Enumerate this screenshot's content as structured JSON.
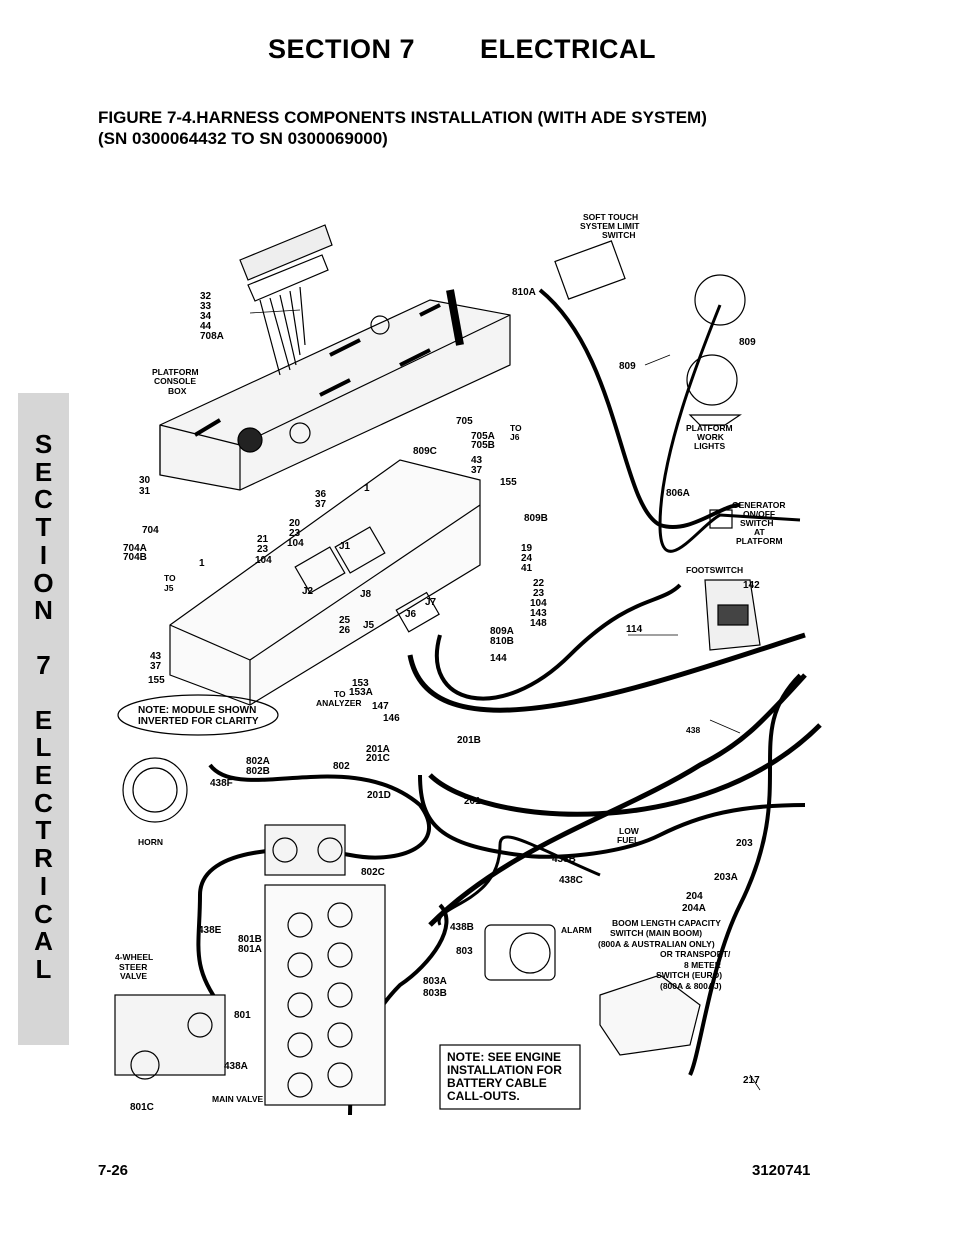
{
  "header": {
    "section_num": "SECTION 7",
    "section_name": "ELECTRICAL"
  },
  "figure": {
    "title_line1": "FIGURE 7-4.HARNESS COMPONENTS INSTALLATION (WITH ADE SYSTEM)",
    "title_line2": "(SN 0300064432 TO SN 0300069000)"
  },
  "side_tab": {
    "letters": [
      "S",
      "E",
      "C",
      "T",
      "I",
      "O",
      "N",
      "",
      "7",
      "",
      "E",
      "L",
      "E",
      "C",
      "T",
      "R",
      "I",
      "C",
      "A",
      "L"
    ]
  },
  "notes": {
    "module_line1": "NOTE: MODULE SHOWN",
    "module_line2": "INVERTED FOR CLARITY",
    "engine_line1": "NOTE: SEE ENGINE",
    "engine_line2": "INSTALLATION FOR",
    "engine_line3": "BATTERY CABLE",
    "engine_line4": "CALL-OUTS."
  },
  "labels": {
    "soft_touch1": "SOFT TOUCH",
    "soft_touch2": "SYSTEM LIMIT",
    "soft_touch3": "SWITCH",
    "l810a": "810A",
    "l809a": "809",
    "l809b": "809",
    "work1": "PLATFORM",
    "work2": "WORK",
    "work3": "LIGHTS",
    "l806a": "806A",
    "gen1": "GENERATOR",
    "gen2": "ON/OFF",
    "gen3": "SWITCH",
    "gen4": "AT",
    "gen5": "PLATFORM",
    "footswitch": "FOOTSWITCH",
    "l142": "142",
    "l114": "114",
    "l438": "438",
    "l203": "203",
    "l203a": "203A",
    "l204": "204",
    "l204a": "204A",
    "boom1": "BOOM LENGTH CAPACITY",
    "boom2": "SWITCH (MAIN BOOM)",
    "boom3": "(800A & AUSTRALIAN ONLY)",
    "boom4": "OR TRANSPORT/",
    "boom5": "8 METER",
    "boom6": "SWITCH (EURO)",
    "boom7": "(800A & 800AJ)",
    "l217": "217",
    "l32": "32",
    "l33": "33",
    "l34": "34",
    "l44": "44",
    "l708a": "708A",
    "console1": "PLATFORM",
    "console2": "CONSOLE",
    "console3": "BOX",
    "l705": "705",
    "l705a": "705A",
    "l705b": "705B",
    "to_j6a": "TO",
    "to_j6b": "J6",
    "l809c": "809C",
    "l43a": "43",
    "l37a": "37",
    "l155a": "155",
    "l809bb": "809B",
    "l30": "30",
    "l31": "31",
    "l1a": "1",
    "l36": "36",
    "l37b": "37",
    "l704": "704",
    "l704a": "704A",
    "l704b": "704B",
    "to_j5a": "TO",
    "to_j5b": "J5",
    "l1b": "1",
    "l21": "21",
    "l23a": "23",
    "l104a": "104",
    "l20": "20",
    "l23b": "23",
    "l104b": "104",
    "j1": "J1",
    "j2": "J2",
    "j8": "J8",
    "j5": "J5",
    "j6": "J6",
    "j7": "J7",
    "l19": "19",
    "l24": "24",
    "l41": "41",
    "l22": "22",
    "l23c": "23",
    "l104c": "104",
    "l143": "143",
    "l148": "148",
    "l25": "25",
    "l26": "26",
    "l809ab": "809A",
    "l810b": "810B",
    "l144": "144",
    "l43b": "43",
    "l37c": "37",
    "l155b": "155",
    "l153": "153",
    "l153a": "153A",
    "to_an1": "TO",
    "to_an2": "ANALYZER",
    "l147": "147",
    "l146": "146",
    "l201b": "201B",
    "l201a": "201A",
    "l201c": "201C",
    "l201d": "201D",
    "l201": "201",
    "l802a": "802A",
    "l802b": "802B",
    "l802": "802",
    "l438f": "438F",
    "horn": "HORN",
    "l802c": "802C",
    "low1": "LOW",
    "low2": "FUEL",
    "l438b": "438B",
    "l438c": "438C",
    "l438b2": "438B",
    "l803": "803",
    "alarm": "ALARM",
    "l803a": "803A",
    "l803b": "803B",
    "l438e": "438E",
    "l801b": "801B",
    "l801a": "801A",
    "steer1": "4-WHEEL",
    "steer2": "STEER",
    "steer3": "VALVE",
    "l801": "801",
    "l438a": "438A",
    "l801c": "801C",
    "main_valve": "MAIN VALVE"
  },
  "footer": {
    "page": "7-26",
    "doc_number": "3120741"
  }
}
